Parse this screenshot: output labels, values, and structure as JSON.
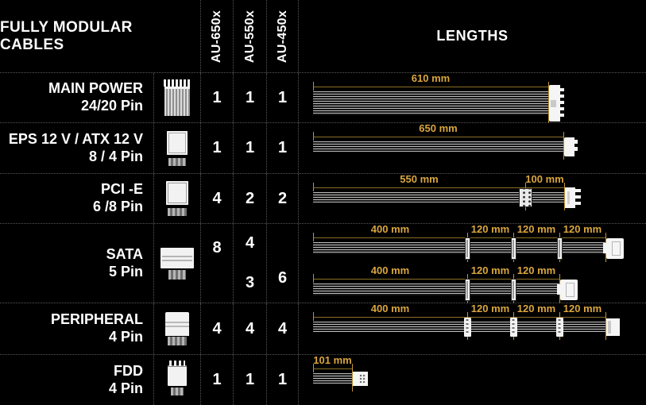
{
  "header": {
    "title": "FULLY MODULAR CABLES",
    "models": [
      "AU-650x",
      "AU-550x",
      "AU-450x"
    ],
    "lengths_label": "LENGTHS"
  },
  "colors": {
    "background": "#000000",
    "text": "#ffffff",
    "accent_gold": "#d9a63e",
    "measure_line": "#8a6f26",
    "grid_dotted": "#575757"
  },
  "rows": [
    {
      "name": "MAIN POWER",
      "pins": "24/20 Pin",
      "icon": "main-power-24pin-connector-icon",
      "qty": [
        "1",
        "1",
        "1"
      ],
      "cables": [
        {
          "segments": [
            {
              "mm": 610,
              "label": "610 mm"
            }
          ],
          "mid_connector": null,
          "end_connector": "atx-24pin",
          "wires": 10
        }
      ]
    },
    {
      "name": "EPS 12 V / ATX 12 V",
      "pins": "8 / 4 Pin",
      "icon": "eps-8pin-connector-icon",
      "qty": [
        "1",
        "1",
        "1"
      ],
      "cables": [
        {
          "segments": [
            {
              "mm": 650,
              "label": "650 mm"
            }
          ],
          "mid_connector": null,
          "end_connector": "eps-8pin",
          "wires": 4
        }
      ]
    },
    {
      "name": "PCI -E",
      "pins": "6 /8 Pin",
      "icon": "pcie-connector-icon",
      "qty": [
        "4",
        "2",
        "2"
      ],
      "cables": [
        {
          "segments": [
            {
              "mm": 550,
              "label": "550 mm"
            },
            {
              "mm": 100,
              "label": "100 mm"
            }
          ],
          "mid_connector": "pcie-mid",
          "end_connector": "pcie-end",
          "wires": 4
        }
      ]
    },
    {
      "name": "SATA",
      "pins": "5 Pin",
      "icon": "sata-connector-icon",
      "qty_top": [
        "8",
        "4",
        ""
      ],
      "qty_bottom": [
        "",
        "3",
        "6"
      ],
      "cables": [
        {
          "segments": [
            {
              "mm": 400,
              "label": "400 mm"
            },
            {
              "mm": 120,
              "label": "120 mm"
            },
            {
              "mm": 120,
              "label": "120 mm"
            },
            {
              "mm": 120,
              "label": "120 mm"
            }
          ],
          "mid_connector": "sata",
          "end_connector": "sata-end",
          "wires": 5
        },
        {
          "segments": [
            {
              "mm": 400,
              "label": "400 mm"
            },
            {
              "mm": 120,
              "label": "120 mm"
            },
            {
              "mm": 120,
              "label": "120 mm"
            }
          ],
          "mid_connector": "sata",
          "end_connector": "sata-end",
          "wires": 5
        }
      ]
    },
    {
      "name": "PERIPHERAL",
      "pins": "4 Pin",
      "icon": "peripheral-4pin-connector-icon",
      "qty": [
        "4",
        "4",
        "4"
      ],
      "cables": [
        {
          "segments": [
            {
              "mm": 400,
              "label": "400 mm"
            },
            {
              "mm": 120,
              "label": "120 mm"
            },
            {
              "mm": 120,
              "label": "120 mm"
            },
            {
              "mm": 120,
              "label": "120 mm"
            }
          ],
          "mid_connector": "molex",
          "end_connector": "molex-end",
          "wires": 4
        }
      ]
    },
    {
      "name": "FDD",
      "pins": "4 Pin",
      "icon": "fdd-4pin-connector-icon",
      "qty": [
        "1",
        "1",
        "1"
      ],
      "cables": [
        {
          "segments": [
            {
              "mm": 101,
              "label": "101 mm"
            }
          ],
          "mid_connector": null,
          "end_connector": "fdd-end",
          "wires": 4
        }
      ]
    }
  ]
}
